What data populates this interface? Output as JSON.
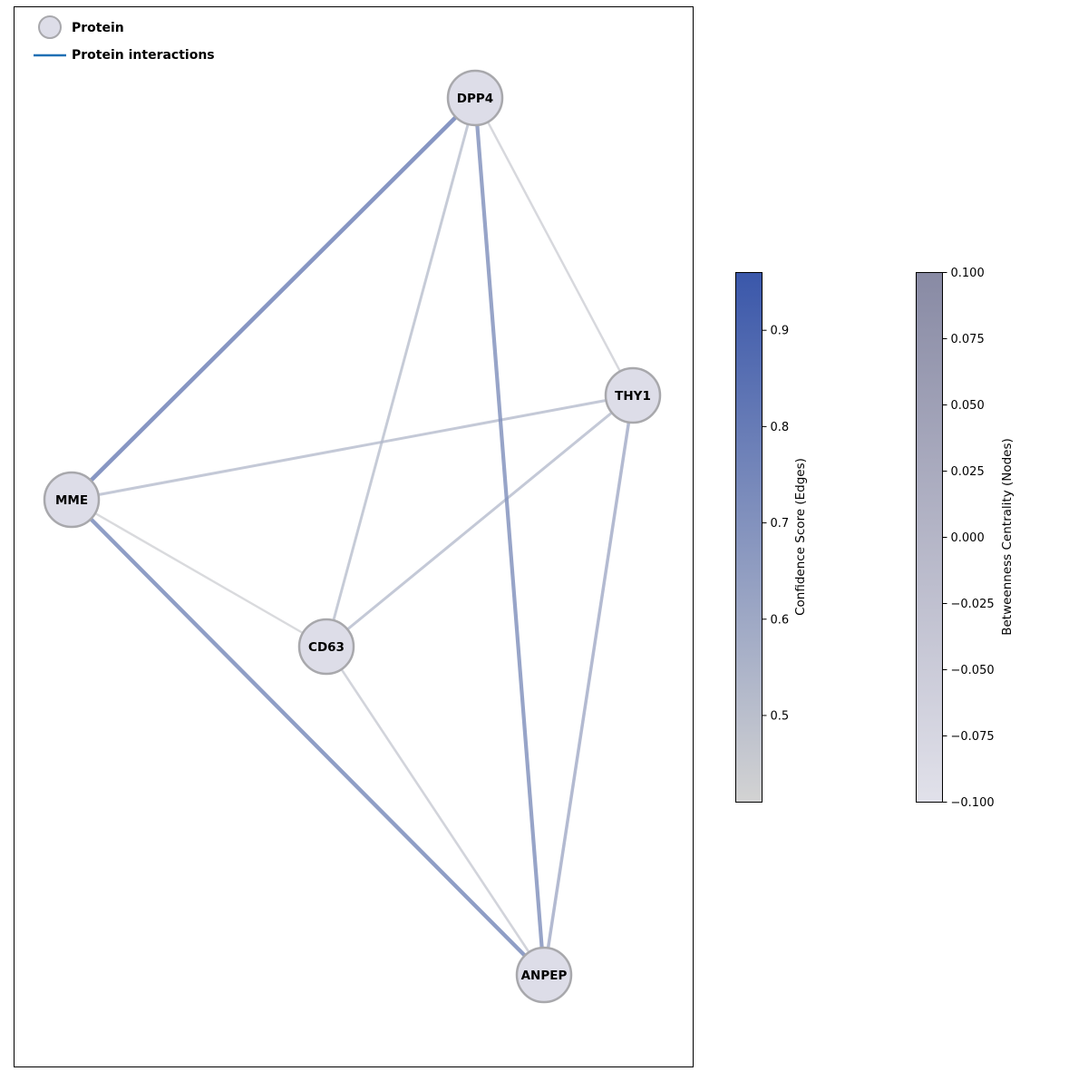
{
  "legend": {
    "node_label": "Protein",
    "edge_label": "Protein interactions",
    "edge_color": "#1f6fb4"
  },
  "network": {
    "nodes": [
      {
        "id": "DPP4",
        "label": "DPP4"
      },
      {
        "id": "THY1",
        "label": "THY1"
      },
      {
        "id": "MME",
        "label": "MME"
      },
      {
        "id": "CD63",
        "label": "CD63"
      },
      {
        "id": "ANPEP",
        "label": "ANPEP"
      }
    ],
    "edges": [
      {
        "source": "MME",
        "target": "CD63",
        "confidence": 0.44
      },
      {
        "source": "DPP4",
        "target": "THY1",
        "confidence": 0.45
      },
      {
        "source": "CD63",
        "target": "ANPEP",
        "confidence": 0.47
      },
      {
        "source": "DPP4",
        "target": "CD63",
        "confidence": 0.52
      },
      {
        "source": "MME",
        "target": "THY1",
        "confidence": 0.53
      },
      {
        "source": "CD63",
        "target": "THY1",
        "confidence": 0.53
      },
      {
        "source": "THY1",
        "target": "ANPEP",
        "confidence": 0.6
      },
      {
        "source": "DPP4",
        "target": "ANPEP",
        "confidence": 0.7
      },
      {
        "source": "MME",
        "target": "ANPEP",
        "confidence": 0.73
      },
      {
        "source": "MME",
        "target": "DPP4",
        "confidence": 0.76
      }
    ],
    "node_fill": "#dddde8",
    "node_stroke": "#a8a8ac"
  },
  "edge_colorbar": {
    "label": "Confidence Score (Edges)",
    "min": 0.41,
    "max": 0.96,
    "ticks": [
      "0.5",
      "0.6",
      "0.7",
      "0.8",
      "0.9"
    ],
    "color_low": "#d3d3d3",
    "color_high": "#3a57aa"
  },
  "node_colorbar": {
    "label": "Betweenness Centrality (Nodes)",
    "min": -0.1,
    "max": 0.1,
    "ticks": [
      "−0.100",
      "−0.075",
      "−0.050",
      "−0.025",
      "0.000",
      "0.025",
      "0.050",
      "0.075",
      "0.100"
    ],
    "color_low": "#e1e1ea",
    "color_high": "#888aa4"
  }
}
